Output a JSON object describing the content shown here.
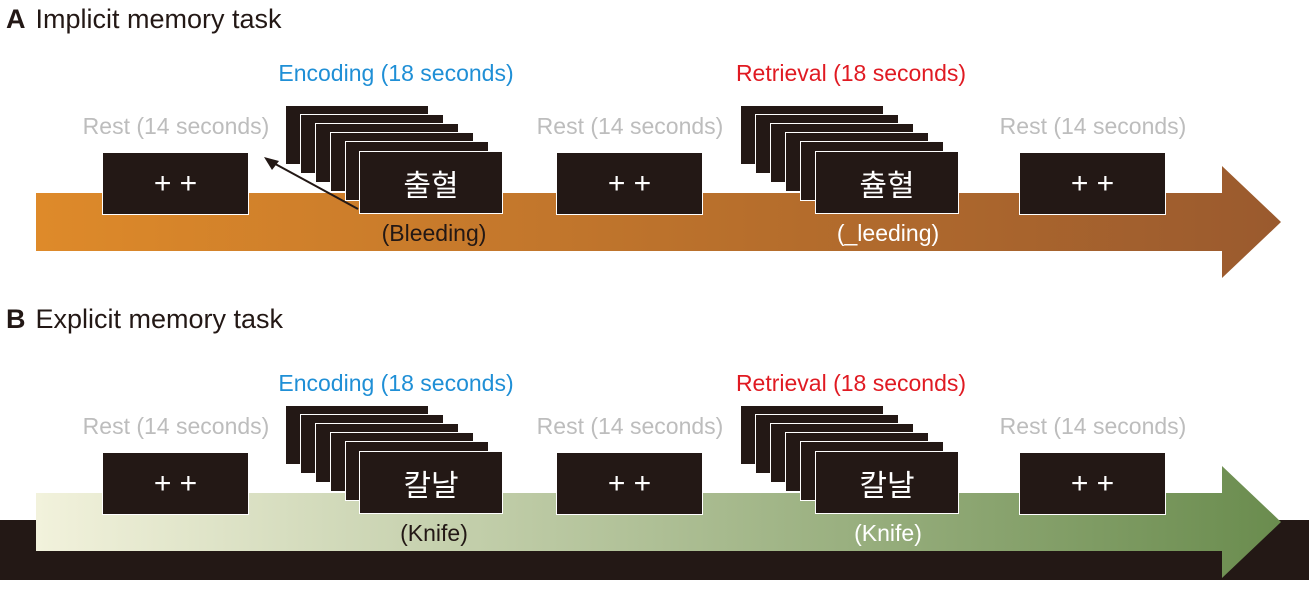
{
  "panels": [
    {
      "letter": "A",
      "title": "Implicit memory task",
      "rest_label": "Rest (14 seconds)",
      "encoding_label": "Encoding (18 seconds)",
      "retrieval_label": "Retrieval (18 seconds)",
      "fixation": "+ +",
      "encoding_word": "출혈",
      "encoding_caption": "(Bleeding)",
      "retrieval_word": "츌혈",
      "retrieval_caption": "(_leeding)",
      "arrow_colors": [
        "#de8a2a",
        "#9a5a2e"
      ]
    },
    {
      "letter": "B",
      "title": "Explicit memory task",
      "rest_label": "Rest (14 seconds)",
      "encoding_label": "Encoding (18 seconds)",
      "retrieval_label": "Retrieval (18 seconds)",
      "fixation": "+ +",
      "encoding_word": "칼날",
      "encoding_caption": "(Knife)",
      "retrieval_word": "칼날",
      "retrieval_caption": "(Knife)",
      "arrow_colors": [
        "#f2f2dc",
        "#6a8c4e"
      ]
    }
  ],
  "colors": {
    "screen": "#231815",
    "rest_text": "#bdbdbd",
    "encoding_text": "#1f8fd6",
    "retrieval_text": "#e01a22"
  }
}
